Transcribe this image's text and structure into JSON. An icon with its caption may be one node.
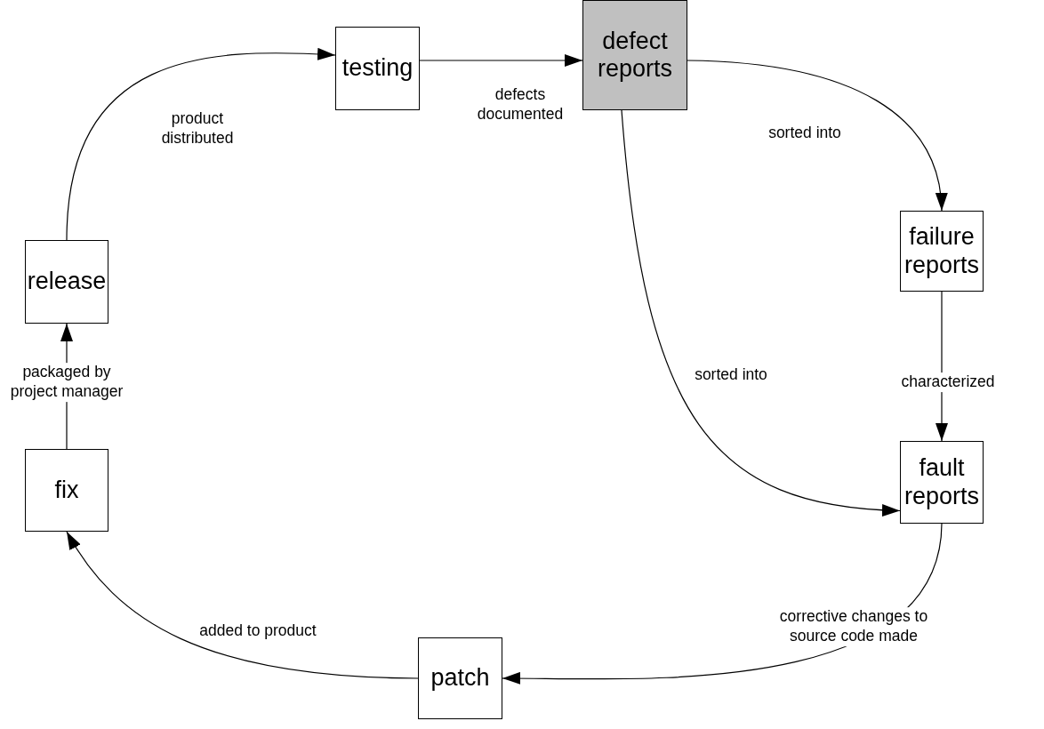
{
  "diagram": {
    "nodes": [
      {
        "text": [
          "testing"
        ]
      },
      {
        "text": [
          "defect reports"
        ]
      },
      {
        "text": [
          "failure reports"
        ]
      },
      {
        "text": [
          "fault reports"
        ]
      },
      {
        "text": [
          "patch"
        ]
      },
      {
        "text": [
          "fix"
        ]
      },
      {
        "text": [
          "release"
        ]
      }
    ],
    "edges": [
      {
        "from": 6,
        "to": 0,
        "arrow": "to",
        "label": "product distributed"
      },
      {
        "from": 0,
        "to": 1,
        "arrow": "to",
        "label": "defects documented"
      },
      {
        "from": 1,
        "to": 2,
        "arrow": "to",
        "label": "sorted into"
      },
      {
        "from": 1,
        "to": 3,
        "arrow": "to",
        "label": "sorted into"
      },
      {
        "from": 2,
        "to": 3,
        "arrow": "to",
        "label": "characterized"
      },
      {
        "from": 3,
        "to": 4,
        "arrow": "to",
        "label": "corrective changes to source code made"
      },
      {
        "from": 4,
        "to": 5,
        "arrow": "to",
        "label": "added to product"
      },
      {
        "from": 5,
        "to": 6,
        "arrow": "to",
        "label": "packaged by project manager"
      }
    ]
  }
}
